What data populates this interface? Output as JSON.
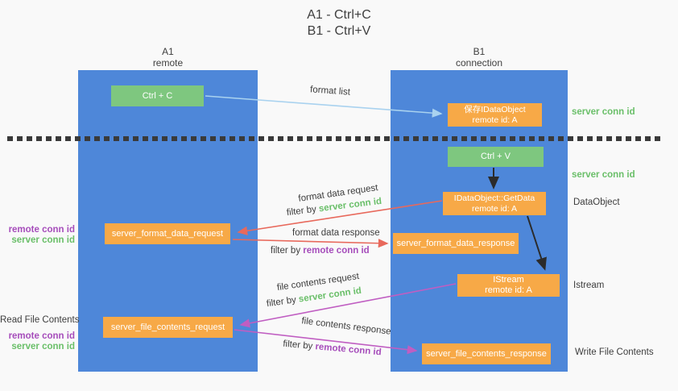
{
  "title": {
    "line1": "A1 - Ctrl+C",
    "line2": "B1 - Ctrl+V"
  },
  "columns": {
    "a": {
      "name": "A1",
      "subtitle": "remote"
    },
    "b": {
      "name": "B1",
      "subtitle": "connection"
    }
  },
  "nodes": {
    "ctrl_c": {
      "label": "Ctrl + C"
    },
    "save_idataobject": {
      "line1": "保存IDataObject",
      "line2": "remote id: A"
    },
    "ctrl_v": {
      "label": "Ctrl + V"
    },
    "idataobject_getdata": {
      "line1": "IDataObject::GetData",
      "line2": "remote id: A"
    },
    "server_format_data_request": {
      "label": "server_format_data_request"
    },
    "server_format_data_response": {
      "label": "server_format_data_response"
    },
    "istream": {
      "line1": "IStream",
      "line2": "remote id: A"
    },
    "server_file_contents_request": {
      "label": "server_file_contents_request"
    },
    "server_file_contents_response": {
      "label": "server_file_contents_response"
    }
  },
  "flow_labels": {
    "format_list": "format list",
    "format_data_request": "format data request",
    "format_data_response": "format data response",
    "file_contents_request": "file contents request",
    "file_contents_response": "file contents response",
    "filter_by": "filter by ",
    "server_conn_id": "server conn id",
    "remote_conn_id": "remote conn id"
  },
  "annotations": {
    "right": {
      "server_conn_id_1": "server conn id",
      "server_conn_id_2": "server conn id",
      "dataobject": "DataObject",
      "istream": "Istream",
      "write_file_contents": "Write File Contents"
    },
    "left": {
      "remote_conn_id_1": "remote conn id",
      "server_conn_id_1": "server conn id",
      "read_file_contents": "Read File Contents",
      "remote_conn_id_2": "remote conn id",
      "server_conn_id_2": "server conn id"
    }
  },
  "colors": {
    "column_fill": "#4e87d9",
    "action_green": "#7ec77f",
    "node_orange": "#f7a947",
    "arrow_blue": "#a9d2ef",
    "arrow_red": "#e8695c",
    "arrow_magenta": "#c05ec2",
    "arrow_black": "#2b2b2b",
    "label_green": "#6abf69",
    "label_purple": "#a64dbb",
    "text_dark": "#3d3d3d",
    "background": "#f9f9f9"
  }
}
